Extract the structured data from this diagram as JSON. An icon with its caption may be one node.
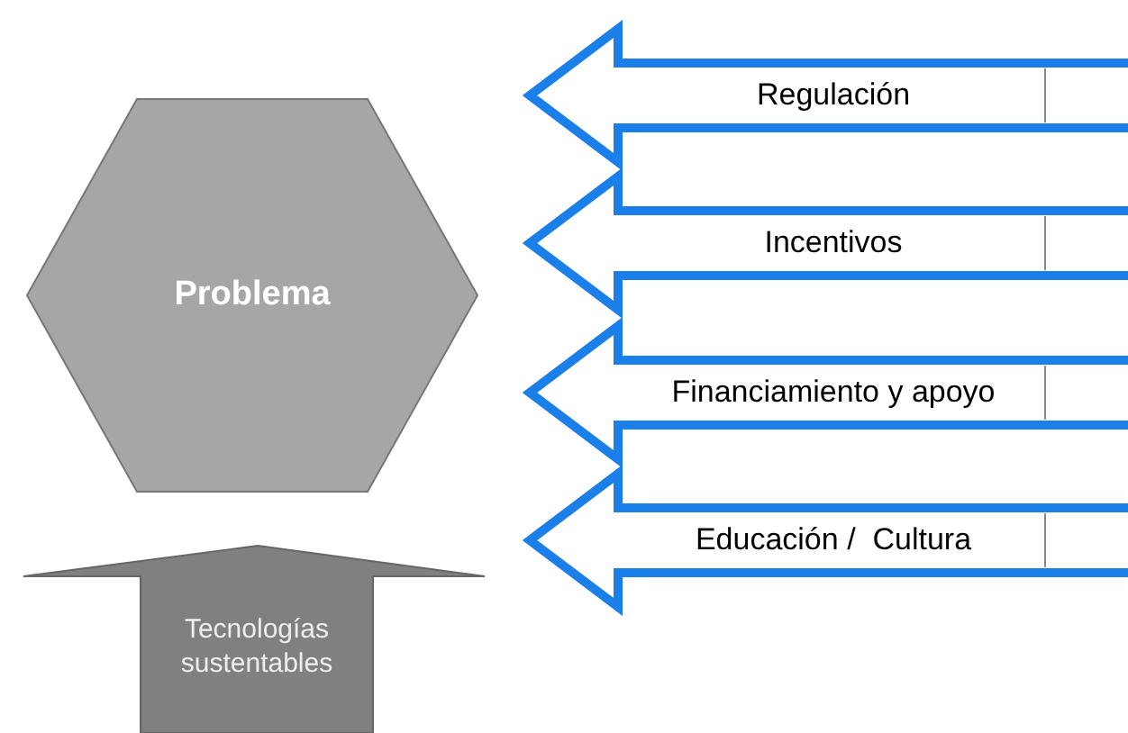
{
  "diagram": {
    "nodes": [
      {
        "text": [
          "Problema"
        ]
      },
      {
        "text": [
          "Tecnologías sustentables"
        ]
      },
      {
        "text": [
          "Regulación"
        ]
      },
      {
        "text": [
          "Incentivos"
        ]
      },
      {
        "text": [
          "Financiamiento y apoyo"
        ]
      },
      {
        "text": [
          "Educación /  Cultura"
        ]
      }
    ]
  }
}
